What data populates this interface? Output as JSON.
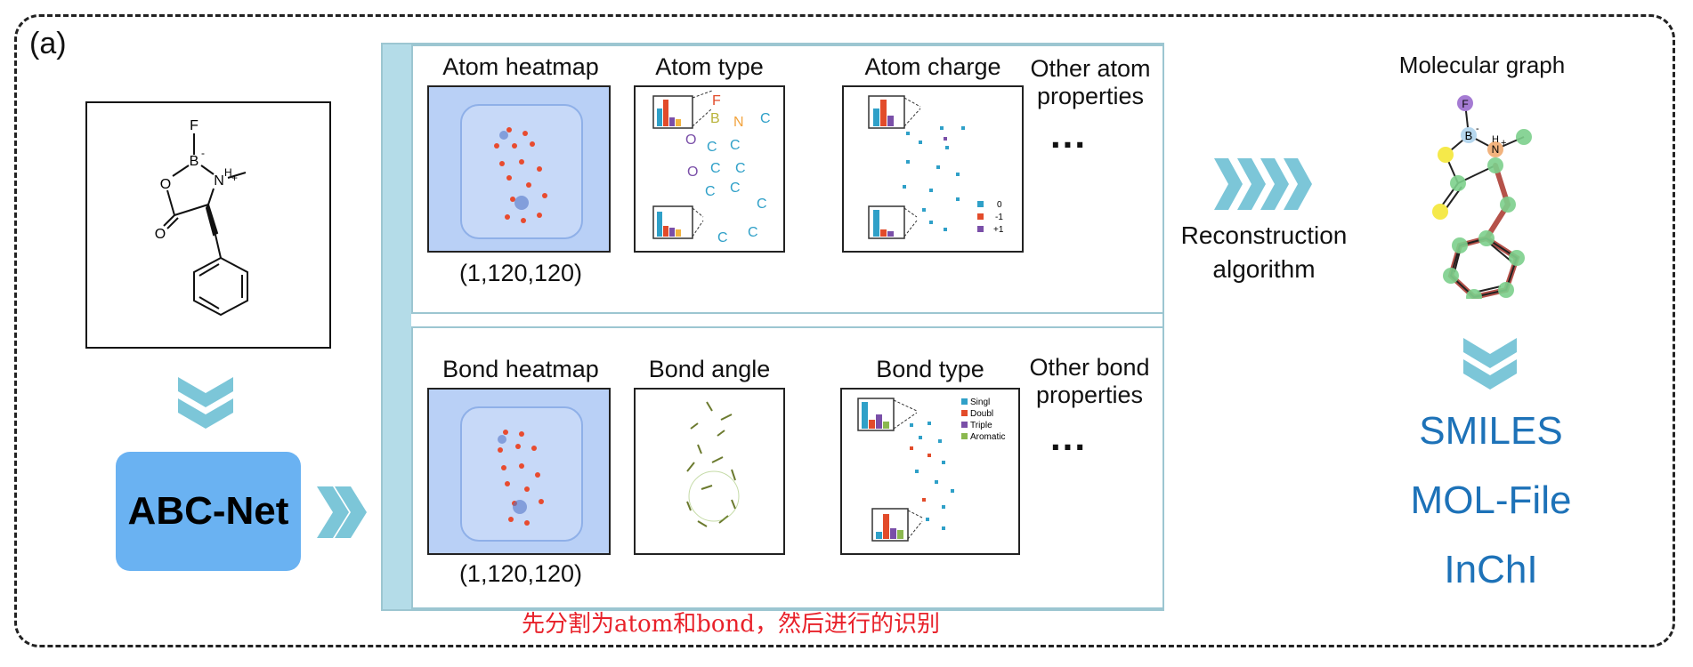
{
  "panel_label": "(a)",
  "input_molecule": {
    "atoms": {
      "f": "F",
      "b": "B",
      "b_charge": "-",
      "n": "N",
      "h": "H",
      "n_charge": "+",
      "o_ring": "O",
      "o_carbonyl": "O"
    }
  },
  "network_label": "ABC-Net",
  "atom_panel": {
    "heatmap_title": "Atom heatmap",
    "heatmap_caption": "(1,120,120)",
    "type_title": "Atom type",
    "type_letters": [
      "F",
      "B",
      "N",
      "C",
      "O",
      "C",
      "C",
      "O",
      "C",
      "C",
      "C",
      "C",
      "C",
      "C",
      "C"
    ],
    "charge_title": "Atom charge",
    "charge_legend": [
      "0",
      "-1",
      "+1"
    ],
    "other_title_1": "Other atom",
    "other_title_2": "properties",
    "ellipsis": "..."
  },
  "bond_panel": {
    "heatmap_title": "Bond heatmap",
    "heatmap_caption": "(1,120,120)",
    "angle_title": "Bond angle",
    "type_title": "Bond type",
    "type_legend": [
      "Singl",
      "Doubl",
      "Triple",
      "Aromatic"
    ],
    "other_title_1": "Other bond",
    "other_title_2": "properties",
    "ellipsis": "..."
  },
  "reconstruction": {
    "line1": "Reconstruction",
    "line2": "algorithm"
  },
  "graph": {
    "title": "Molecular graph",
    "atoms": {
      "f": "F",
      "b": "B",
      "b_charge": "-",
      "n": "N",
      "h": "H",
      "n_charge": "+"
    }
  },
  "outputs": [
    "SMILES",
    "MOL-File",
    "InChI"
  ],
  "note": "先分割为atom和bond，然后进行的识别",
  "colors": {
    "chevron": "#7cc6d8",
    "network_box": "#6ab2f2",
    "panel_bar": "#b4dce8",
    "panel_border": "#9cc6d1",
    "output_text": "#1d72b8",
    "note_text": "#e8212a",
    "carbon_node": "#7dd08c",
    "oxygen_node": "#f5e94a",
    "boron_node": "#b6d7ee",
    "nitrogen_node": "#f2b37e",
    "fluorine_node": "#a57bd3",
    "bond_highlight": "#b5524a",
    "charge_neutral": "#2fa0c8",
    "charge_negative": "#e24b2a",
    "charge_positive": "#7a4fa8",
    "bond_aromatic": "#8bb84f"
  }
}
